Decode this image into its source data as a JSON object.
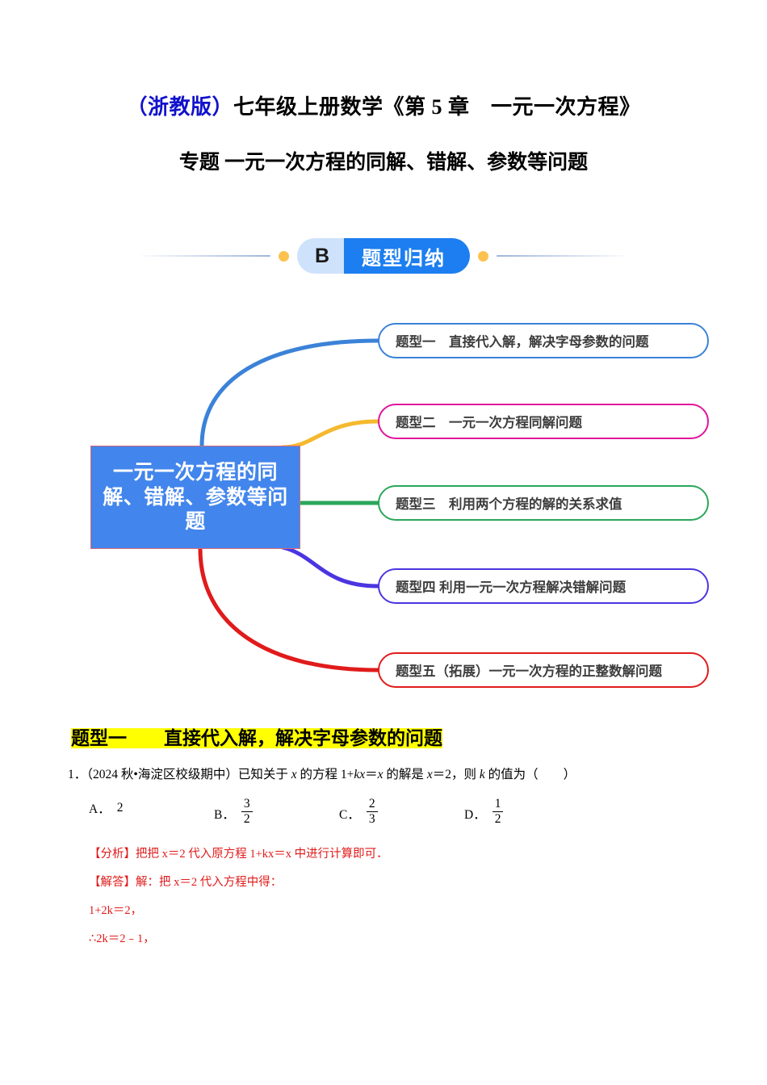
{
  "title": {
    "publisher": "（浙教版）",
    "line1_rest": "七年级上册数学《第 5 章　一元一次方程》",
    "line2": "专题 一元一次方程的同解、错解、参数等问题"
  },
  "banner": {
    "badge_letter": "B",
    "badge_label": "题型归纳",
    "pill_light_color": "#cfe2fb",
    "pill_dark_color": "#1c7ef0",
    "dot_color": "#fcc250",
    "line_color": "#9fb4dc"
  },
  "mindmap": {
    "center_text": "一元一次方程的同解、错解、参数等问题",
    "center_bg": "#4285ec",
    "center_border": "#d96b78",
    "branches": [
      {
        "label": "题型一　直接代入解，解决字母参数的问题",
        "color": "#3b82d8",
        "connector_color": "#3b82d8"
      },
      {
        "label": "题型二　一元一次方程同解问题",
        "color": "#e0159c",
        "connector_color": "#f5b82e"
      },
      {
        "label": "题型三　利用两个方程的解的关系求值",
        "color": "#2ba75a",
        "connector_color": "#2ba75a"
      },
      {
        "label": "题型四 利用一元一次方程解决错解问题",
        "color": "#4b35e0",
        "connector_color": "#4b35e0"
      },
      {
        "label": "题型五（拓展）一元一次方程的正整数解问题",
        "color": "#e01b1b",
        "connector_color": "#e01b1b"
      }
    ]
  },
  "section": {
    "header": "题型一　　直接代入解，解决字母参数的问题",
    "highlight_color": "#ffff00"
  },
  "question": {
    "number": "1．",
    "source": "（2024 秋•海淀区校级期中）",
    "stem_a": "已知关于 ",
    "var1": "x",
    "stem_b": " 的方程 1+",
    "var2": "k",
    "var3": "x",
    "stem_c": "＝",
    "var4": "x",
    "stem_d": " 的解是 ",
    "var5": "x",
    "stem_e": "＝2，则 ",
    "var6": "k",
    "stem_f": " 的值为（　　）",
    "full_text": "1．（2024 秋•海淀区校级期中）已知关于 x 的方程 1+kx＝x 的解是 x＝2，则 k 的值为（　　）",
    "choices": [
      {
        "label": "A．",
        "value": "2",
        "type": "plain"
      },
      {
        "label": "B．",
        "numerator": "3",
        "denominator": "2",
        "type": "fraction"
      },
      {
        "label": "C．",
        "numerator": "2",
        "denominator": "3",
        "type": "fraction"
      },
      {
        "label": "D．",
        "numerator": "1",
        "denominator": "2",
        "type": "fraction"
      }
    ]
  },
  "solution": {
    "color": "#e01b1b",
    "lines": [
      "【分析】把把 x＝2 代入原方程 1+kx＝x 中进行计算即可．",
      "【解答】解：把 x＝2 代入方程中得：",
      "1+2k＝2，",
      "∴2k＝2﹣1，"
    ]
  }
}
